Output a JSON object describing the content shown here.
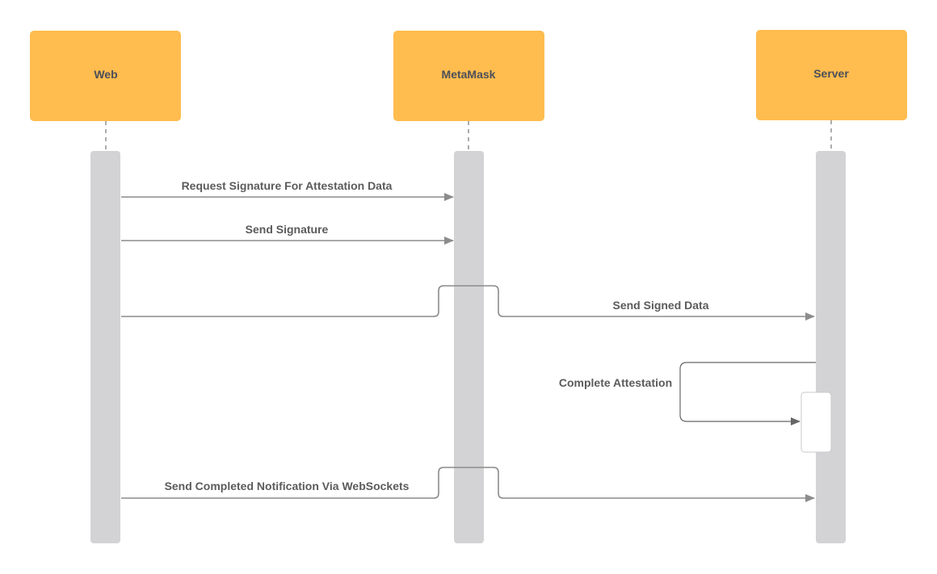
{
  "colors": {
    "actor_fill": "#ffbc4f",
    "actor_text": "#4a4f59",
    "activation_fill": "#d3d3d5",
    "arrow": "#8c8c8c",
    "label_text": "#5b5b5b"
  },
  "actors": [
    {
      "id": "web",
      "label": "Web"
    },
    {
      "id": "metamask",
      "label": "MetaMask"
    },
    {
      "id": "server",
      "label": "Server"
    }
  ],
  "messages": [
    {
      "from": "Web",
      "to": "MetaMask",
      "label": "Request Signature For Attestation Data"
    },
    {
      "from": "Web",
      "to": "MetaMask",
      "label": "Send Signature"
    },
    {
      "from": "Web",
      "to": "Server",
      "label": "Send Signed Data"
    },
    {
      "from": "Server",
      "to": "Server",
      "label": "Complete Attestation"
    },
    {
      "from": "Web",
      "to": "Server",
      "label": "Send Completed Notification Via WebSockets"
    }
  ]
}
